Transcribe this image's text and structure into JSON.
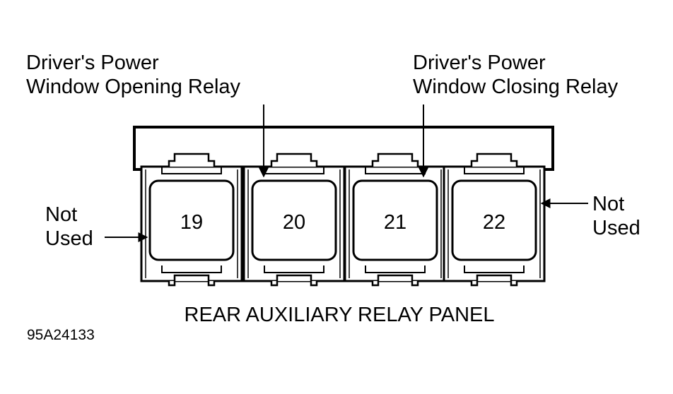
{
  "labels": {
    "opening_line1": "Driver's Power",
    "opening_line2": "Window Opening Relay",
    "closing_line1": "Driver's Power",
    "closing_line2": "Window Closing Relay",
    "not_used_left_line1": "Not",
    "not_used_left_line2": "Used",
    "not_used_right_line1": "Not",
    "not_used_right_line2": "Used"
  },
  "relays": [
    "19",
    "20",
    "21",
    "22"
  ],
  "panel_title": "REAR AUXILIARY RELAY PANEL",
  "figure_id": "95A24133"
}
